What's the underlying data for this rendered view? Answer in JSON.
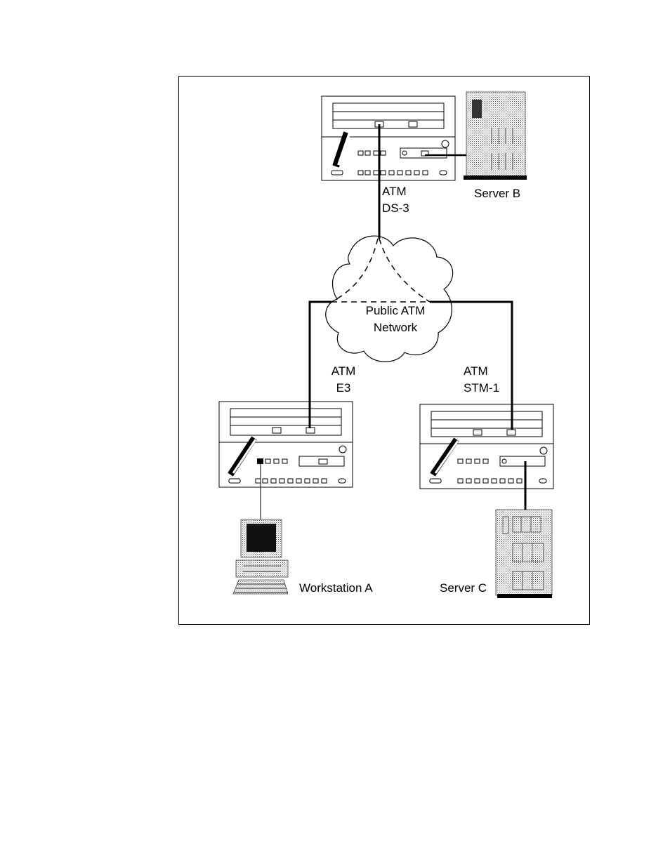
{
  "diagram": {
    "link_labels": {
      "top": [
        "ATM",
        "DS-3"
      ],
      "left": [
        "ATM",
        "E3"
      ],
      "right": [
        "ATM",
        "STM-1"
      ]
    },
    "cloud": [
      "Public ATM",
      "Network"
    ],
    "devices": {
      "server_b": "Server B",
      "server_c": "Server C",
      "workstation_a": "Workstation A"
    },
    "colors": {
      "line": "#000000",
      "background": "#ffffff",
      "dither": "#9a9a9a"
    }
  }
}
